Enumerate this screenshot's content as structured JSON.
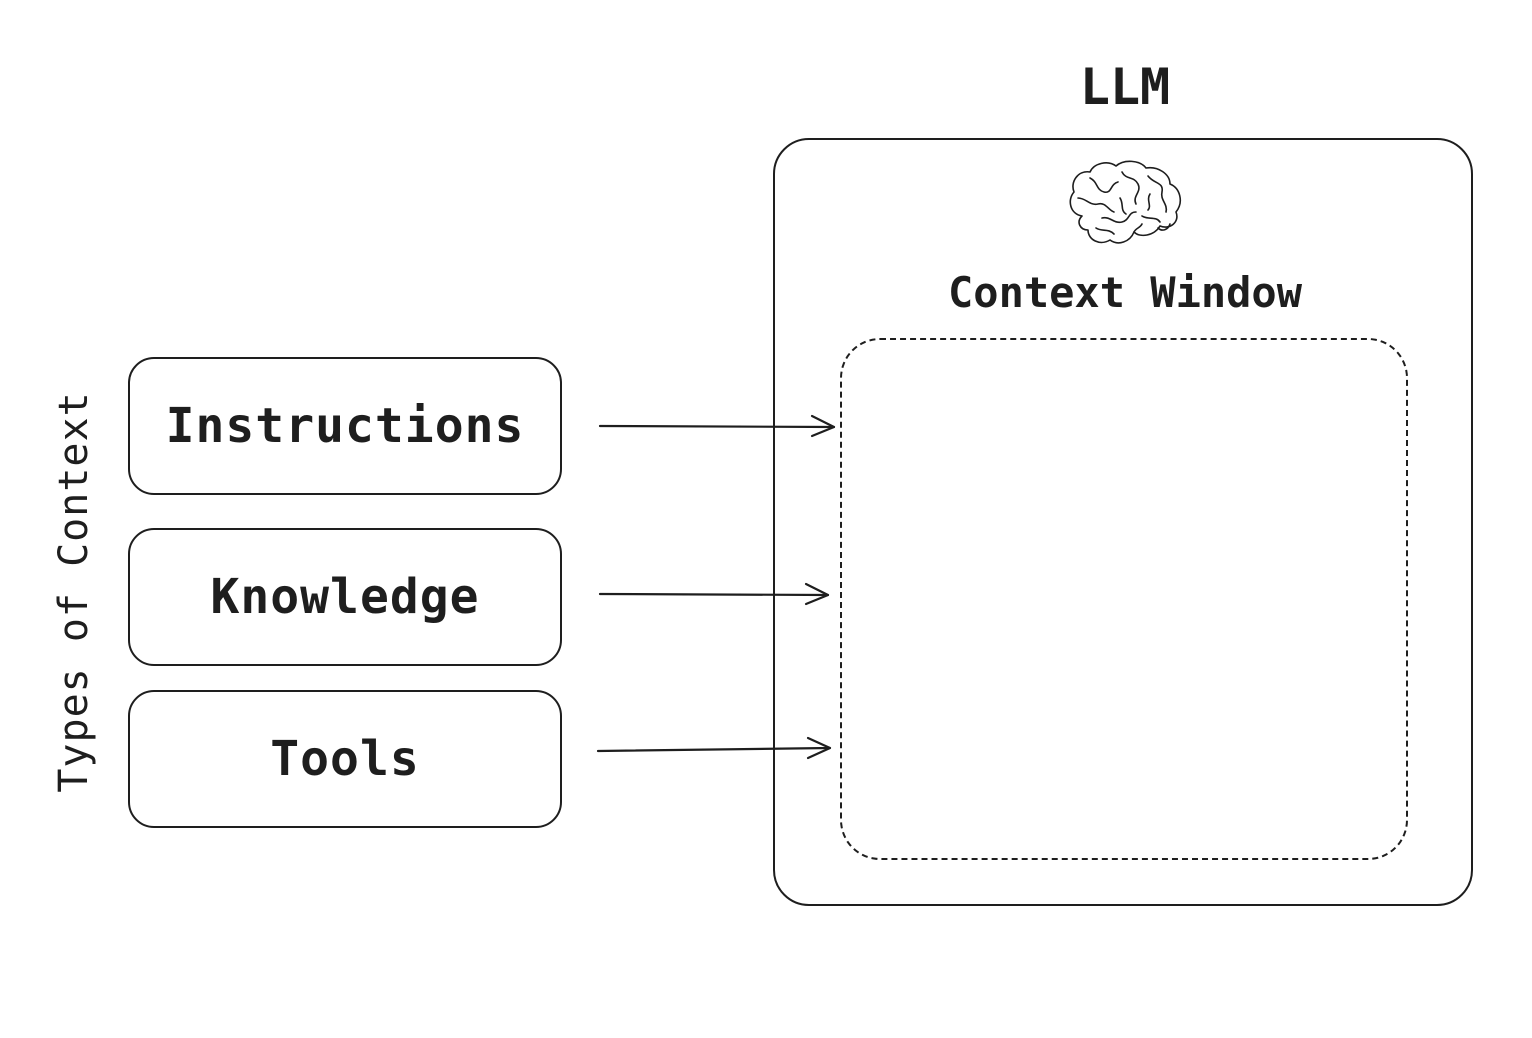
{
  "side_label": "Types of Context",
  "context_types": [
    {
      "label": "Instructions"
    },
    {
      "label": "Knowledge"
    },
    {
      "label": "Tools"
    }
  ],
  "llm": {
    "title": "LLM",
    "icon": "brain-icon",
    "context_window_label": "Context Window"
  },
  "colors": {
    "stroke": "#1e1e1e",
    "background": "#ffffff"
  }
}
